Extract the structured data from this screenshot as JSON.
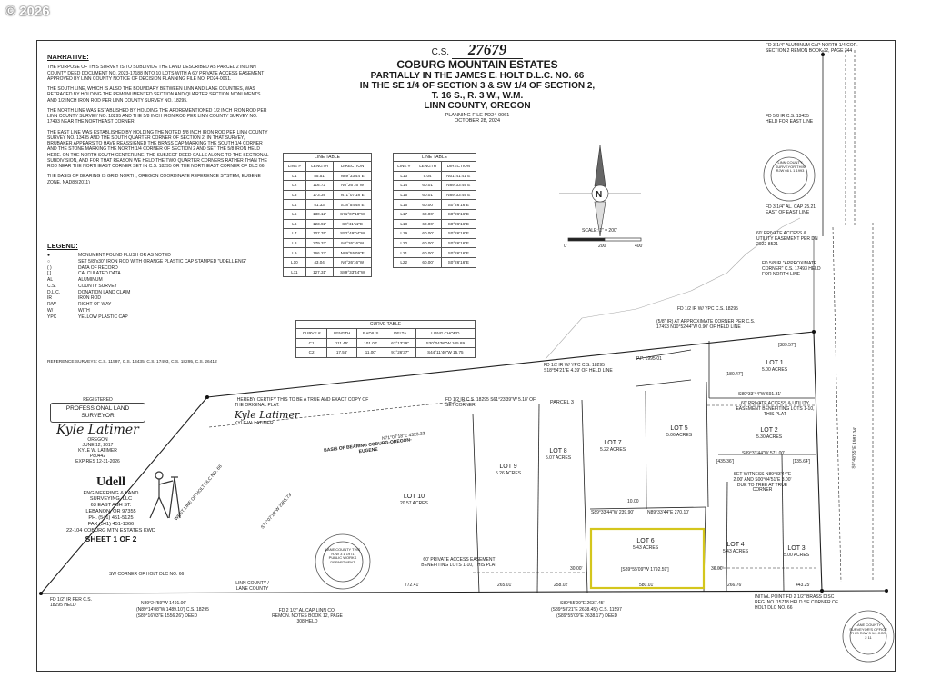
{
  "copyright": "© 2026",
  "title": {
    "cs_prefix": "C.S.",
    "cs_number": "27679",
    "name": "COBURG MOUNTAIN ESTATES",
    "line2": "PARTIALLY IN THE JAMES E. HOLT D.L.C. NO. 66",
    "line3": "IN THE SE 1/4 OF SECTION 3 & SW 1/4 OF SECTION 2,",
    "line4": "T. 16 S., R. 3 W., W.M.",
    "line5": "LINN COUNTY, OREGON",
    "planning": "PLANNING FILE PD24-0061",
    "date": "OCTOBER 28, 2024"
  },
  "narrative": {
    "heading": "NARRATIVE:",
    "paragraphs": [
      "THE PURPOSE OF THIS SURVEY IS TO SUBDIVIDE THE LAND DESCRIBED AS PARCEL 2 IN LINN COUNTY DEED DOCUMENT NO. 2023-17188 INTO 10 LOTS WITH A 60' PRIVATE ACCESS EASEMENT APPROVED BY LINN COUNTY NOTICE OF DECISION PLANNING FILE NO. PD24-0061.",
      "THE SOUTH LINE, WHICH IS ALSO THE BOUNDARY BETWEEN LINN AND LANE COUNTIES, WAS RETRACED BY HOLDING THE REMONUMENTED SECTION AND QUARTER SECTION MONUMENTS AND 1/2 INCH IRON ROD PER LINN COUNTY SURVEY NO. 18295.",
      "THE NORTH LINE WAS ESTABLISHED BY HOLDING THE AFOREMENTIONED 1/2 INCH IRON ROD PER LINN COUNTY SURVEY NO. 18295 AND THE 5/8 INCH IRON ROD PER LINN COUNTY SURVEY NO. 17493 NEAR THE NORTHEAST CORNER.",
      "THE EAST LINE WAS ESTABLISHED BY HOLDING THE NOTED 5/8 INCH IRON ROD PER LINN COUNTY SURVEY NO. 13435 AND THE SOUTH QUARTER CORNER OF SECTION 2. IN THAT SURVEY, BRUBAKER APPEARS TO HAVE REASSIGNED THE BRASS CAP MARKING THE SOUTH 1/4 CORNER AND THE STONE MARKING THE NORTH 1/4 CORNER OF SECTION 2 AND SET THE 5/8 IRON HELD HERE. ON THE NORTH SOUTH CENTERLINE. THE SUBJECT DEED CALLS ALONG TO THE SECTIONAL SUBDIVISION, AND FOR THAT REASON WE HELD THE TWO QUARTER CORNERS RATHER THAN THE ROD NEAR THE NORTHEAST CORNER SET IN C.S. 18295 OR THE NORTHEAST CORNER OF DLC 66.",
      "THE BASIS OF BEARING IS GRID NORTH, OREGON COORDINATE REFERENCE SYSTEM, EUGENE ZONE, NAD83(2011)"
    ]
  },
  "legend": {
    "heading": "LEGEND:",
    "items": [
      {
        "sym": "●",
        "text": "MONUMENT FOUND FLUSH OR AS NOTED"
      },
      {
        "sym": "○",
        "text": "SET 5/8\"x30\" IRON ROD WITH ORANGE PLASTIC CAP STAMPED \"UDELL ENG\""
      },
      {
        "sym": "( )",
        "text": "DATA OF RECORD"
      },
      {
        "sym": "[ ]",
        "text": "CALCULATED DATA"
      },
      {
        "sym": "AL",
        "text": "ALUMINUM"
      },
      {
        "sym": "C.S.",
        "text": "COUNTY SURVEY"
      },
      {
        "sym": "D.L.C.",
        "text": "DONATION LAND CLAIM"
      },
      {
        "sym": "IR",
        "text": "IRON ROD"
      },
      {
        "sym": "R/W",
        "text": "RIGHT-OF-WAY"
      },
      {
        "sym": "W/",
        "text": "WITH"
      },
      {
        "sym": "YPC",
        "text": "YELLOW PLASTIC CAP"
      }
    ]
  },
  "references": "REFERENCE SURVEYS: C.S. 11597, C.S. 13435, C.S. 17493, C.S. 18295, C.S. 26412",
  "line_table_1": {
    "title": "LINE TABLE",
    "headers": [
      "LINE #",
      "LENGTH",
      "DIRECTION"
    ],
    "rows": [
      [
        "L1",
        "85.51'",
        "N89°33'44\"E"
      ],
      [
        "L2",
        "116.72'",
        "N0°26'16\"W"
      ],
      [
        "L3",
        "173.39'",
        "N71°07'18\"E"
      ],
      [
        "L4",
        "51.33'",
        "S18°54'48\"E"
      ],
      [
        "L5",
        "130.12'",
        "S71°07'18\"W"
      ],
      [
        "L6",
        "123.92'",
        "S0°41'11\"E"
      ],
      [
        "L7",
        "107.76'",
        "S52°49'04\"W"
      ],
      [
        "L8",
        "279.32'",
        "N0°26'16\"W"
      ],
      [
        "L9",
        "166.27'",
        "N89°55'09\"E"
      ],
      [
        "L10",
        "43.04'",
        "N0°26'16\"W"
      ],
      [
        "L11",
        "127.31'",
        "S89°33'44\"W"
      ]
    ]
  },
  "line_table_2": {
    "title": "LINE TABLE",
    "headers": [
      "LINE #",
      "LENGTH",
      "DIRECTION"
    ],
    "rows": [
      [
        "L13",
        "5.04'",
        "N01°41'41\"E"
      ],
      [
        "L14",
        "60.01'",
        "N89°33'44\"E"
      ],
      [
        "L15",
        "60.01'",
        "N89°33'44\"E"
      ],
      [
        "L16",
        "60.00'",
        "S0°26'16\"E"
      ],
      [
        "L17",
        "60.00'",
        "S0°26'16\"E"
      ],
      [
        "L18",
        "60.00'",
        "S0°26'16\"E"
      ],
      [
        "L19",
        "60.00'",
        "S0°26'16\"E"
      ],
      [
        "L20",
        "60.00'",
        "S0°26'16\"E"
      ],
      [
        "L21",
        "60.00'",
        "S0°26'16\"E"
      ],
      [
        "L22",
        "60.00'",
        "S0°26'16\"E"
      ]
    ]
  },
  "curve_table": {
    "title": "CURVE TABLE",
    "headers": [
      "CURVE #",
      "LENGTH",
      "RADIUS",
      "DELTA",
      "LONG CHORD"
    ],
    "rows": [
      [
        "C1",
        "111.45'",
        "101.00'",
        "63°13'29\"",
        "S30°04'56\"W 105.89"
      ],
      [
        "C2",
        "17.56'",
        "11.00'",
        "91°26'37\"",
        "S44°11'40\"W 15.75"
      ]
    ]
  },
  "scale": {
    "text": "SCALE: 1\" = 200'",
    "marks": [
      "0'",
      "200'",
      "400'"
    ]
  },
  "north_arrow_letter": "N",
  "stamp": {
    "registered": "REGISTERED",
    "box": "PROFESSIONAL LAND SURVEYOR",
    "state": "OREGON",
    "date": "JUNE 12, 2017",
    "name": "KYLE W. LATIMER",
    "number": "P80442",
    "expires": "EXPIRES 12-31-2026",
    "signature": "Kyle Latimer"
  },
  "certification": {
    "text": "I HEREBY CERTIFY THIS TO BE A TRUE AND EXACT COPY OF THE ORIGINAL PLAT.",
    "signature": "Kyle Latimer",
    "name": "KYLE W. LATIMER"
  },
  "firm": {
    "name": "Udell",
    "line1": "ENGINEERING & LAND",
    "line2": "SURVEYING, LLC",
    "line3": "63 EAST ASH ST.",
    "line4": "LEBANON, OR 97355",
    "phone": "PH. (541) 451-5125",
    "fax": "FAX (541) 451-1366",
    "job": "22-104 COBURG MTN ESTATES KWD",
    "sheet": "SHEET 1 OF 2"
  },
  "lots": [
    {
      "name": "LOT 1",
      "area": "5.00 ACRES"
    },
    {
      "name": "LOT 2",
      "area": "5.30 ACRES"
    },
    {
      "name": "LOT 3",
      "area": "5.00 ACRES"
    },
    {
      "name": "LOT 4",
      "area": "5.43 ACRES"
    },
    {
      "name": "LOT 5",
      "area": "5.06 ACRES"
    },
    {
      "name": "LOT 6",
      "area": "5.43 ACRES"
    },
    {
      "name": "LOT 7",
      "area": "5.22 ACRES"
    },
    {
      "name": "LOT 8",
      "area": "5.07 ACRES"
    },
    {
      "name": "LOT 9",
      "area": "5.26 ACRES"
    },
    {
      "name": "LOT 10",
      "area": "20.57 ACRES"
    },
    {
      "name": "PARCEL 3",
      "area": ""
    }
  ],
  "map_labels": {
    "fd_nw": "FD 3 1/4\" ALUMINUM CAP NORTH 1/4 COR. SECTION 2 REMON BOOK 12, PAGE 344",
    "fd_58_1": "FD 5/8 IR C.S. 13435 HELD FOR EAST LINE",
    "fd_al_cap": "FD 3 1/4\" AL. CAP 25.21' EAST OF EAST LINE",
    "easement_1": "60' PRIVATE ACCESS & UTILITY EASEMENT PER DN 2022-8521",
    "fd_58_2": "FD 5/8 IR \"APPROXIMATE CORNER\" C.S. 17493 HELD FOR NORTH LINE",
    "fd_12_ypc": "FD 1/2 IR W/ YPC C.S. 18295",
    "approx": "(5/8\" IR) AT APPROXIMATE CORNER PER C.S. 17493 N10°52'44\"W 0.90' OF HELD LINE",
    "pp": "P.P. 1995-01",
    "fd_12_ypc_2": "FD 1/2 IR W/ YPC C.S. 18295 S18°54'21\"E 4.39' OF HELD LINE",
    "fd_12_ir": "FD 1/2 IR C.S. 18295 S61°23'39\"W 5.18' OF SET CORNER",
    "easement_2": "60' PRIVATE ACCESS & UTILITY EASEMENT BENEFITING LOTS 1-10, THIS PLAT",
    "easement_3": "60' PRIVATE ACCESS EASEMENT BENEFITING LOTS 1-10, THIS PLAT",
    "witness": "SET WITNESS N89°33'44\"E 2.00' AND S00°04'51\"E 3.00' DUE TO TREE AT TRUE CORNER",
    "sw_corner": "SW CORNER OF HOLT DLC NO. 66",
    "linn_lane": "LINN COUNTY / LANE COUNTY",
    "fd_12_sw": "FD 1/2\" IR PER C.S. 18295 HELD",
    "fd_al_cap_2": "FD 2 1/2\" AL CAP LINN CO. REMON. NOTES BOOK 12, PAGE 308 HELD",
    "initial_point": "INITIAL POINT FD 2 1/2\" BRASS DISC REG. NO. 15718 HELD SE CORNER OF HOLT DLC NO. 66",
    "basis": "BASIS OF BEARING COBURG-OREGON-EUGENE",
    "west_line": "WEST LINE OF HOLT DLC NO. 66",
    "north_bearing": "N71°07'18\"E 4323.33'",
    "west_bearing": "S71°07'18\"W 2365.73'",
    "south_bearing": "N89°24'59\"W 1491.06'",
    "south_rec": "(N89°14'08\"W 1489.10') C.S. 18295",
    "south_rec2": "(S89°16'03\"E 1556.26') DEED",
    "south_east": "S89°55'09\"E 2637.45'",
    "south_east_rec": "(S89°58'21\"E 2638.45') C.S. 11597",
    "south_east_deed": "(S89°55'09\"E 2638.17') DEED",
    "lot6_south": "[S89°55'09\"W 1792.59']",
    "lot1_south": "S89°33'44\"W 691.31'",
    "lot2_south": "S89°33'44\"W 571.00'",
    "lot6_north": "N89°33'44\"E 270.10'",
    "lot7_south": "S89°33'44\"W 239.90'",
    "n88": "772.41'",
    "d265": "265.01'",
    "d258": "258.02'",
    "d580": "580.01'",
    "d266": "266.76'",
    "d443": "443.25'",
    "d3000a": "30.00'",
    "d3000b": "30.00'",
    "d1000": "10.00",
    "east_bearing": "S0°48'55\"E 1981.34'",
    "d43538": "[435.36']",
    "d13564": "[135.64']",
    "d38951": "[389.57']",
    "d18047": "[180.47']",
    "seal1": "LANE COUNTY THIS RJW 3 1 1971 PUBLIC WORKS DEPARTMENT",
    "seal2": "LINN COUNTY SURVEYOR THIS RJW 66 L 1 1993",
    "seal3": "LANE COUNTY SURVEYOR'S OFFICE THIS RJW 3 1/4 COR 2 11"
  },
  "colors": {
    "ink": "#1a1a1a",
    "highlight": "#f2ee7a",
    "paper": "#ffffff"
  }
}
